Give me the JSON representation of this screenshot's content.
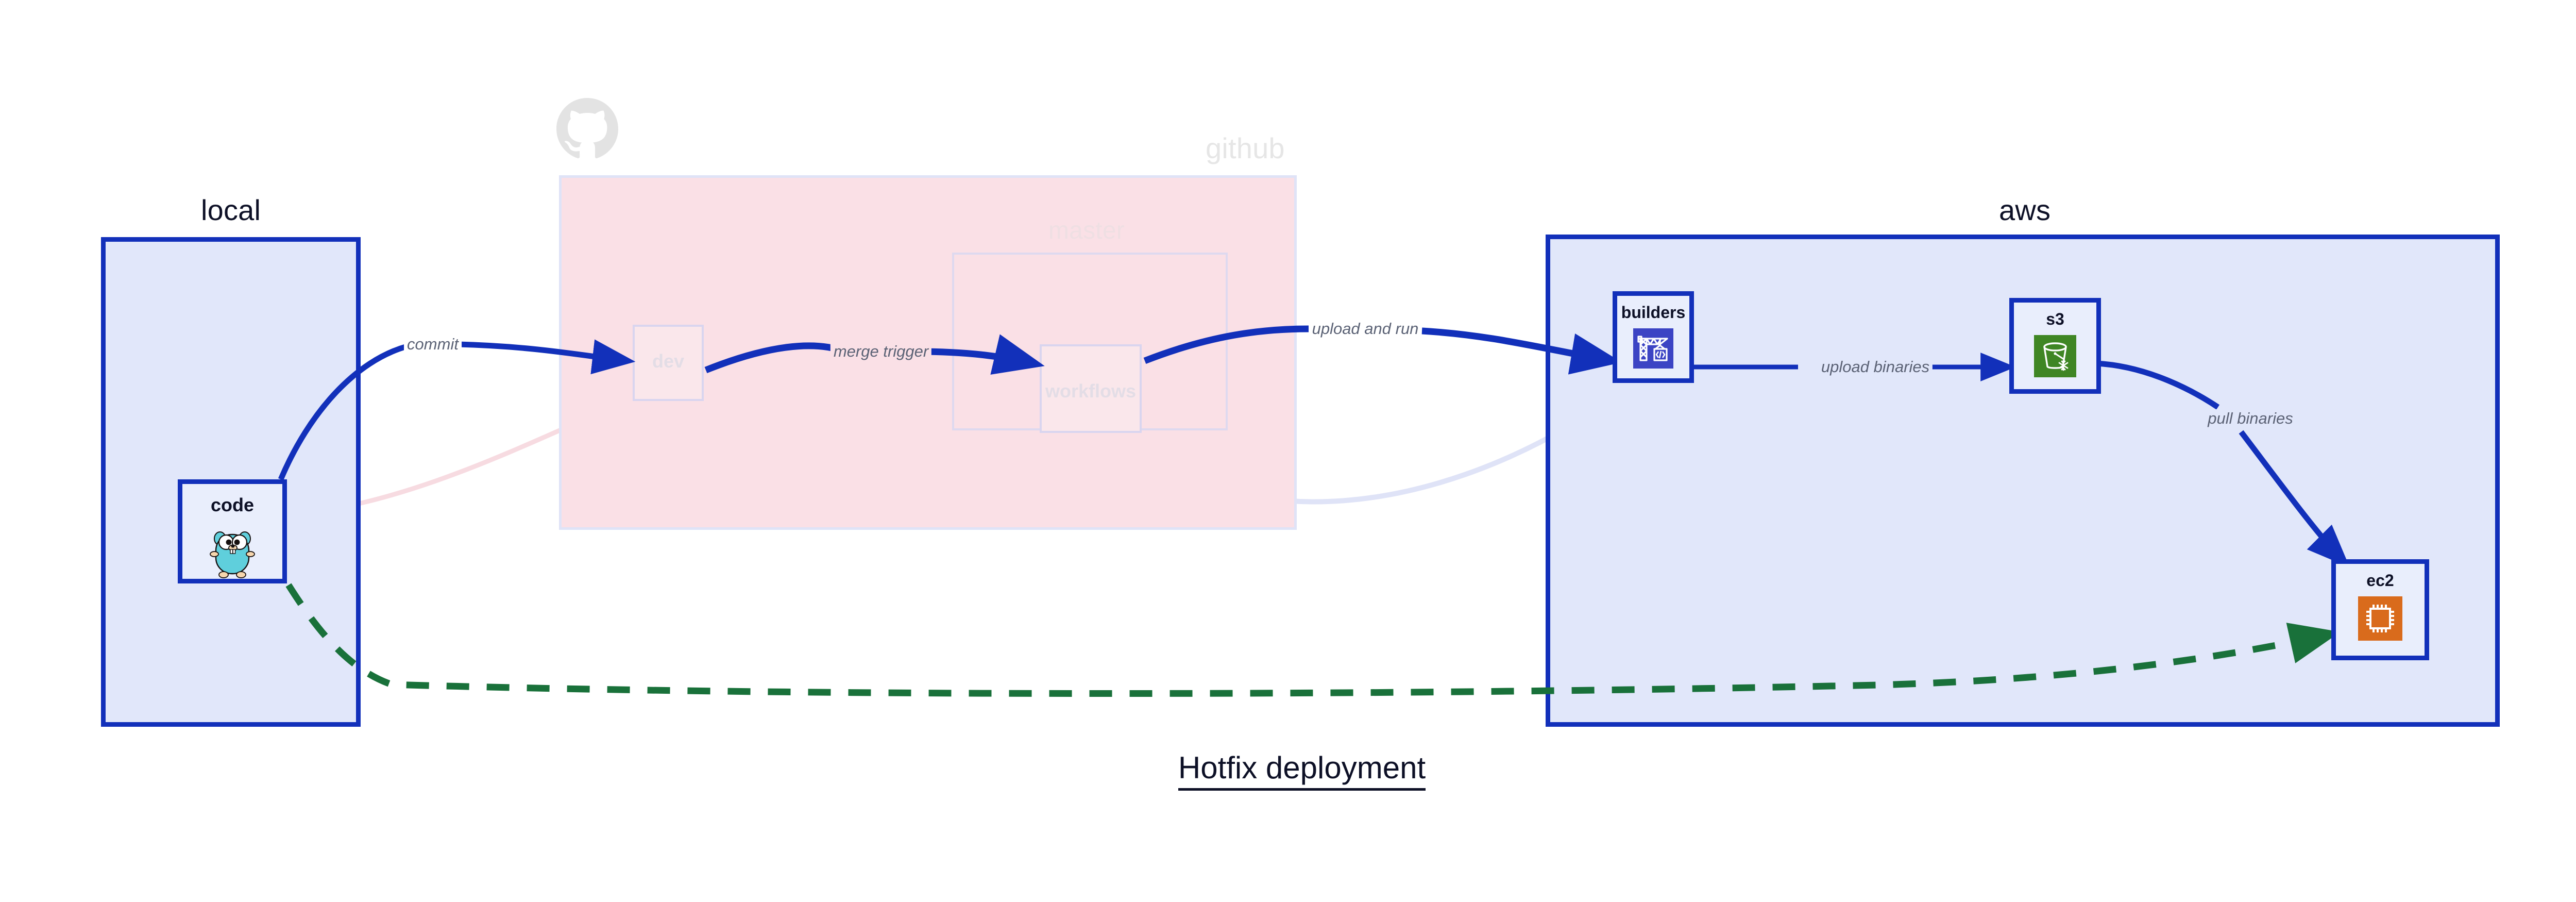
{
  "caption": "Hotfix deployment",
  "colors": {
    "group_blue_border": "#1230ba",
    "group_blue_fill": "#e1e7fa",
    "group_pink_fill": "#fae0e6",
    "node_fill": "#e9eefc",
    "arrow_blue": "#1230ba",
    "arrow_green": "#19713a",
    "label_text": "#5b6275",
    "faded_text": "#e6e6e6",
    "codebuild_icon": "#3c44c4",
    "s3_icon": "#3f8624",
    "ec2_icon": "#d96b1c",
    "gopher_body": "#5fcfdc"
  },
  "groups": [
    {
      "id": "local",
      "title": "local",
      "faded": false
    },
    {
      "id": "github",
      "title": "github",
      "faded": true
    },
    {
      "id": "aws",
      "title": "aws",
      "faded": false
    }
  ],
  "frames": [
    {
      "id": "master",
      "title": "master",
      "faded": true
    }
  ],
  "nodes": [
    {
      "id": "code",
      "label": "code",
      "icon": "go-gopher-icon",
      "faded": false
    },
    {
      "id": "dev",
      "label": "dev",
      "icon": "none",
      "faded": true
    },
    {
      "id": "workflows",
      "label": "workflows",
      "icon": "none",
      "faded": true
    },
    {
      "id": "builders",
      "label": "builders",
      "icon": "aws-codebuild-icon",
      "faded": false
    },
    {
      "id": "s3",
      "label": "s3",
      "icon": "aws-s3-glacier-icon",
      "faded": false
    },
    {
      "id": "ec2",
      "label": "ec2",
      "icon": "aws-ec2-icon",
      "faded": false
    }
  ],
  "edges": [
    {
      "id": "commit",
      "label": "commit",
      "from": "code",
      "to": "dev",
      "style": "solid-blue"
    },
    {
      "id": "merge-trigger",
      "label": "merge trigger",
      "from": "dev",
      "to": "workflows",
      "style": "solid-blue"
    },
    {
      "id": "upload-and-run",
      "label": "upload and run",
      "from": "workflows",
      "to": "builders",
      "style": "solid-blue"
    },
    {
      "id": "upload-binaries",
      "label": "upload binaries",
      "from": "builders",
      "to": "s3",
      "style": "solid-blue"
    },
    {
      "id": "pull-binaries",
      "label": "pull binaries",
      "from": "s3",
      "to": "ec2",
      "style": "solid-blue"
    },
    {
      "id": "hotfix-direct",
      "label": "",
      "from": "code",
      "to": "ec2",
      "style": "dashed-green"
    }
  ],
  "decor": {
    "github_logo": "github-octocat-icon"
  }
}
